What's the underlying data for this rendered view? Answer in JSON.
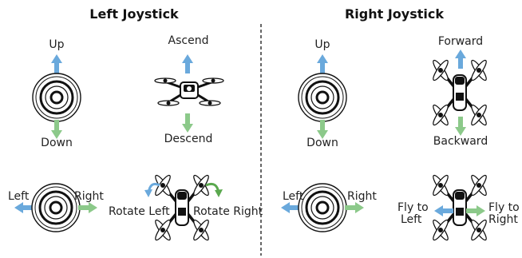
{
  "left": {
    "title": "Left Joystick",
    "stick_up": "Up",
    "stick_down": "Down",
    "drone_up": "Ascend",
    "drone_down": "Descend",
    "stick_left": "Left",
    "stick_right": "Right",
    "rotate_left": "Rotate Left",
    "rotate_right": "Rotate Right"
  },
  "right": {
    "title": "Right Joystick",
    "stick_up": "Up",
    "stick_down": "Down",
    "drone_forward": "Forward",
    "drone_backward": "Backward",
    "stick_left": "Left",
    "stick_right": "Right",
    "fly_left_line1": "Fly to",
    "fly_left_line2": "Left",
    "fly_right_line1": "Fly to",
    "fly_right_line2": "Right"
  },
  "colors": {
    "arrow_up": "#6aa9dc",
    "arrow_down": "#8cc98a",
    "divider": "#333333",
    "stroke": "#111111"
  }
}
